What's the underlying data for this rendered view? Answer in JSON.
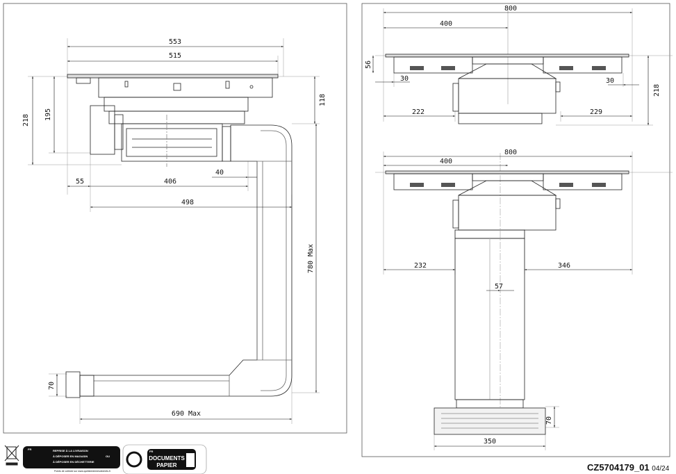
{
  "left_view": {
    "dims": {
      "d553": "553",
      "d515": "515",
      "d218": "218",
      "d195": "195",
      "d118": "118",
      "d40": "40",
      "d55": "55",
      "d406": "406",
      "d498": "498",
      "d780": "780 Max",
      "d70": "70",
      "d690": "690 Max"
    }
  },
  "right_top_view": {
    "dims": {
      "d800": "800",
      "d400": "400",
      "d56": "56",
      "d30l": "30",
      "d30r": "30",
      "d218": "218",
      "d222": "222",
      "d229": "229"
    }
  },
  "right_bottom_view": {
    "dims": {
      "d800": "800",
      "d400": "400",
      "d232": "232",
      "d346": "346",
      "d57": "57",
      "d70": "70",
      "d350": "350"
    }
  },
  "footer": {
    "doc_code": "CZ5704179_01",
    "page": "04/24",
    "recycling_left": {
      "country": "FR",
      "col1": "REPRISE À LA LIVRAISON",
      "col2": "À DÉPOSER EN MAGASIN",
      "col3": "À DÉPOSER EN DÉCHETTERIE",
      "or": "OU",
      "collect": "Points de collecte sur www.quefairedemesdechets.fr"
    },
    "recycling_right": {
      "country": "FR",
      "line1": "DOCUMENTS",
      "line2": "PAPIER"
    }
  }
}
